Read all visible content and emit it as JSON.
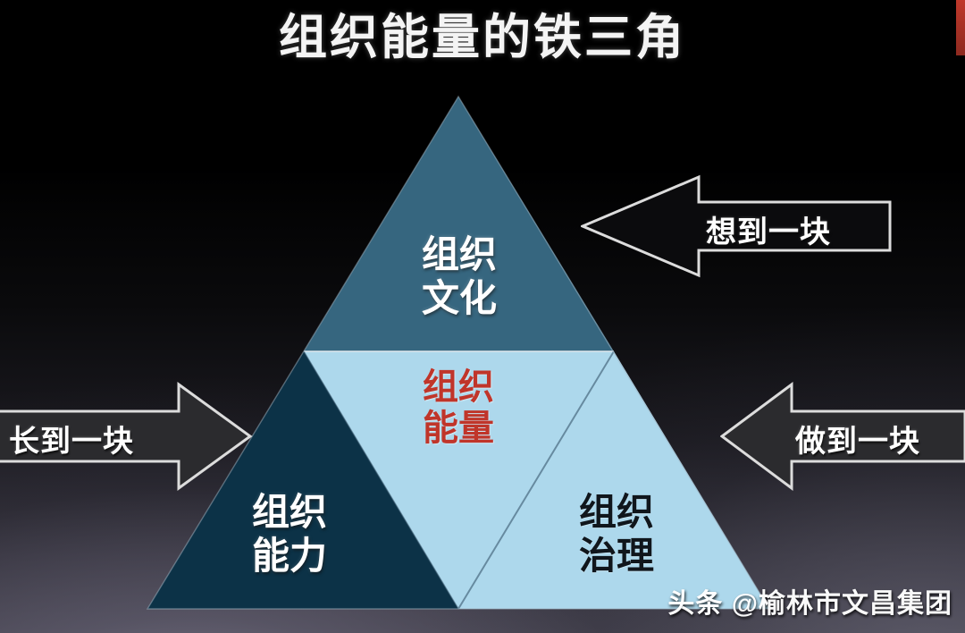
{
  "page": {
    "title": "组织能量的铁三角",
    "background_top_color": "#000000",
    "background_bottom_color": "#413f4a"
  },
  "diagram": {
    "type": "triangle-pyramid",
    "sections": [
      {
        "id": "culture",
        "label": "组织\n文化",
        "position": "top",
        "fill_color": "#36667f",
        "text_color": "#ffffff"
      },
      {
        "id": "energy",
        "label": "组织\n能量",
        "position": "center-wedge",
        "fill_color": "#add8ec",
        "text_color": "#c0352a"
      },
      {
        "id": "capability",
        "label": "组织\n能力",
        "position": "bottom-left",
        "fill_color": "#0c3247",
        "text_color": "#ffffff"
      },
      {
        "id": "governance",
        "label": "组织\n治理",
        "position": "bottom-right",
        "fill_color": "#add8ec",
        "text_color": "#10161c"
      }
    ]
  },
  "arrows": [
    {
      "id": "top-right-arrow",
      "label": "想到一块",
      "direction": "left",
      "points_to": "culture",
      "outline_color": "#dcdcdc"
    },
    {
      "id": "left-arrow",
      "label": "长到一块",
      "direction": "right",
      "points_to": "capability",
      "outline_color": "#dcdcdc"
    },
    {
      "id": "right-arrow",
      "label": "做到一块",
      "direction": "left",
      "points_to": "governance",
      "outline_color": "#dcdcdc"
    }
  ],
  "watermark": {
    "text": "头条 @榆林市文昌集团"
  }
}
